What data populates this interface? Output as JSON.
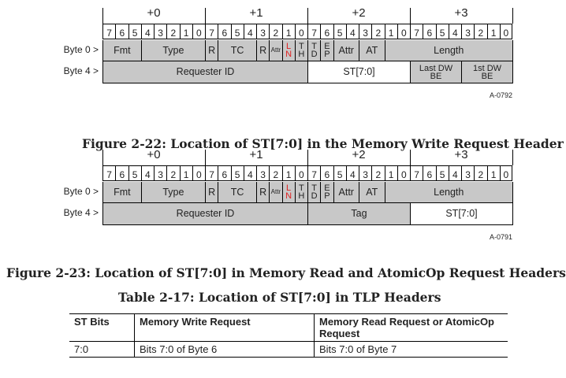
{
  "figure1": {
    "byte_headers": [
      "+0",
      "+1",
      "+2",
      "+3"
    ],
    "bits": [
      "7",
      "6",
      "5",
      "4",
      "3",
      "2",
      "1",
      "0",
      "7",
      "6",
      "5",
      "4",
      "3",
      "2",
      "1",
      "0",
      "7",
      "6",
      "5",
      "4",
      "3",
      "2",
      "1",
      "0",
      "7",
      "6",
      "5",
      "4",
      "3",
      "2",
      "1",
      "0"
    ],
    "row_labels": [
      "Byte 0 >",
      "Byte 4 >"
    ],
    "row0": {
      "fmt": "Fmt",
      "type": "Type",
      "r1": "R",
      "tc": "TC",
      "r2": "R",
      "attr_small": "Attr",
      "ln_top": "L",
      "ln_bot": "N",
      "th_top": "T",
      "th_bot": "H",
      "td_top": "T",
      "td_bot": "D",
      "ep_top": "E",
      "ep_bot": "P",
      "attr": "Attr",
      "at": "AT",
      "length": "Length"
    },
    "row1": {
      "requester": "Requester ID",
      "st": "ST[7:0]",
      "last_dw_1": "Last DW",
      "last_dw_2": "BE",
      "first_dw_1": "1st DW",
      "first_dw_2": "BE"
    },
    "fig_id": "A-0792",
    "caption": "Figure 2-22:  Location of ST[7:0] in the Memory Write Request Header"
  },
  "figure2": {
    "byte_headers": [
      "+0",
      "+1",
      "+2",
      "+3"
    ],
    "row_labels": [
      "Byte 0 >",
      "Byte 4 >"
    ],
    "row1": {
      "requester": "Requester ID",
      "tag": "Tag",
      "st": "ST[7:0]"
    },
    "fig_id": "A-0791",
    "caption": "Figure 2-23:  Location of ST[7:0] in Memory Read and AtomicOp Request Headers"
  },
  "table": {
    "caption": "Table 2-17:  Location of ST[7:0] in TLP Headers",
    "headers": [
      "ST Bits",
      "Memory Write Request",
      "Memory Read Request or AtomicOp Request"
    ],
    "rows": [
      [
        "7:0",
        "Bits 7:0 of Byte 6",
        "Bits 7:0 of Byte 7"
      ]
    ]
  },
  "colors": {
    "field_gray": "#c8c8c8",
    "ln_red": "#e02020"
  }
}
